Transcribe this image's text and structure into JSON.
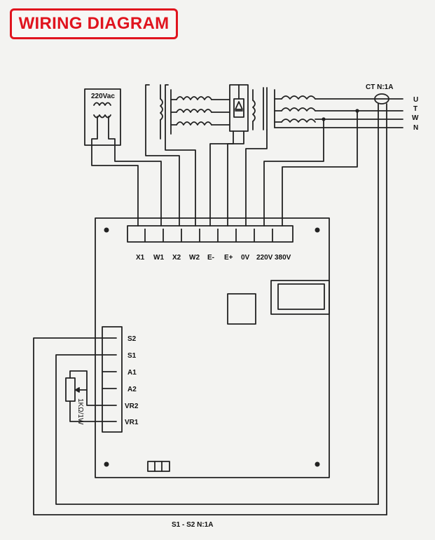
{
  "title": "WIRING DIAGRAM",
  "supply_label": "220Vac",
  "ct_label": "CT N:1A",
  "phase_labels": [
    "U",
    "T",
    "W",
    "N"
  ],
  "terminal_labels": [
    "X1",
    "W1",
    "X2",
    "W2",
    "E-",
    "E+",
    "0V",
    "220V",
    "380V"
  ],
  "side_terminal_labels": [
    "S2",
    "S1",
    "A1",
    "A2",
    "VR2",
    "VR1"
  ],
  "pot_label": "1KΩ/1W",
  "bottom_label": "S1 - S2  N:1A",
  "colors": {
    "title": "#e0141e",
    "line": "#222222",
    "background": "#f3f3f1"
  }
}
